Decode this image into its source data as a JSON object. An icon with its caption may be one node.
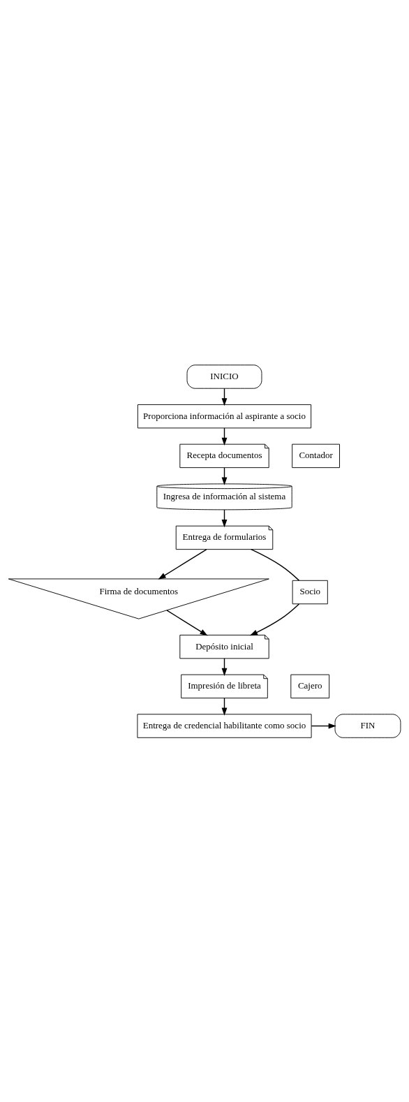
{
  "diagram": {
    "nodes": [
      {
        "text": [
          "INICIO"
        ]
      },
      {
        "text": [
          "Proporciona información al aspirante a socio"
        ]
      },
      {
        "text": [
          "Contador"
        ]
      },
      {
        "text": [
          "Recepta documentos"
        ]
      },
      {
        "text": [
          "Ingresa de información al sistema"
        ]
      },
      {
        "text": [
          "Entrega de formularios"
        ]
      },
      {
        "text": [
          "Firma de documentos"
        ]
      },
      {
        "text": [
          "Socio"
        ]
      },
      {
        "text": [
          "Depósito inicial"
        ]
      },
      {
        "text": [
          "Cajero"
        ]
      },
      {
        "text": [
          "Impresión de libreta"
        ]
      },
      {
        "text": [
          "Entrega de credencial habilitante como socio"
        ]
      },
      {
        "text": [
          "FIN"
        ]
      }
    ],
    "edges": [
      {
        "from": 0,
        "to": 1,
        "arrow": "to"
      },
      {
        "from": 1,
        "to": 3,
        "arrow": "to"
      },
      {
        "from": 3,
        "to": 4,
        "arrow": "to"
      },
      {
        "from": 4,
        "to": 5,
        "arrow": "to"
      },
      {
        "from": 5,
        "to": 6,
        "arrow": "to"
      },
      {
        "from": 5,
        "to": 7,
        "arrow": "none"
      },
      {
        "from": 7,
        "to": 8,
        "arrow": "to"
      },
      {
        "from": 6,
        "to": 8,
        "arrow": "to"
      },
      {
        "from": 8,
        "to": 10,
        "arrow": "to"
      },
      {
        "from": 10,
        "to": 11,
        "arrow": "to"
      },
      {
        "from": 11,
        "to": 12,
        "arrow": "to"
      }
    ]
  }
}
